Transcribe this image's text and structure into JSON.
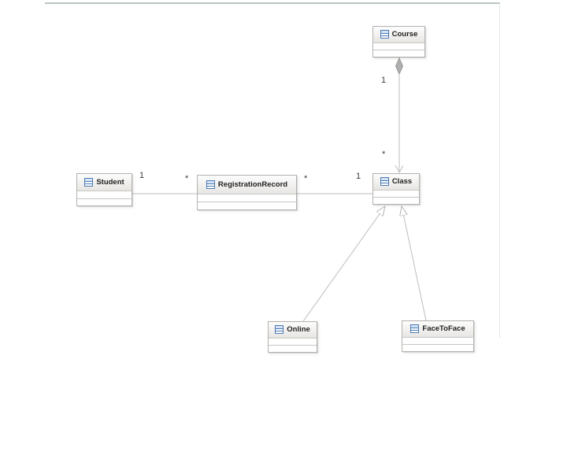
{
  "diagram": {
    "kind": "uml-class-diagram",
    "classes": [
      {
        "name": "Course"
      },
      {
        "name": "Class"
      },
      {
        "name": "Student"
      },
      {
        "name": "RegistrationRecord"
      },
      {
        "name": "Online"
      },
      {
        "name": "FaceToFace"
      }
    ],
    "relationships": [
      {
        "type": "composition",
        "from": "Course",
        "to": "Class",
        "from_multiplicity": "1",
        "to_multiplicity": "*"
      },
      {
        "type": "association",
        "from": "Student",
        "to": "RegistrationRecord",
        "from_multiplicity": "1",
        "to_multiplicity": "*"
      },
      {
        "type": "association",
        "from": "RegistrationRecord",
        "to": "Class",
        "from_multiplicity": "*",
        "to_multiplicity": "1"
      },
      {
        "type": "generalization",
        "from": "Online",
        "to": "Class"
      },
      {
        "type": "generalization",
        "from": "FaceToFace",
        "to": "Class"
      }
    ],
    "colors": {
      "line": "#bdbdbd",
      "box_border": "#b5b2ae",
      "header_top": "#fdfdfd",
      "header_bottom": "#e8e6e3",
      "icon_blue": "#4a7ab5",
      "icon_fill": "#d6e4f5",
      "label_text": "#1f1f1f",
      "mult_text": "#3c3c3c",
      "canvas_top": "#b7c5c5",
      "canvas_right": "#e9e9e9",
      "diamond_fill": "#b0afad",
      "diamond_stroke": "#9a9996"
    }
  }
}
